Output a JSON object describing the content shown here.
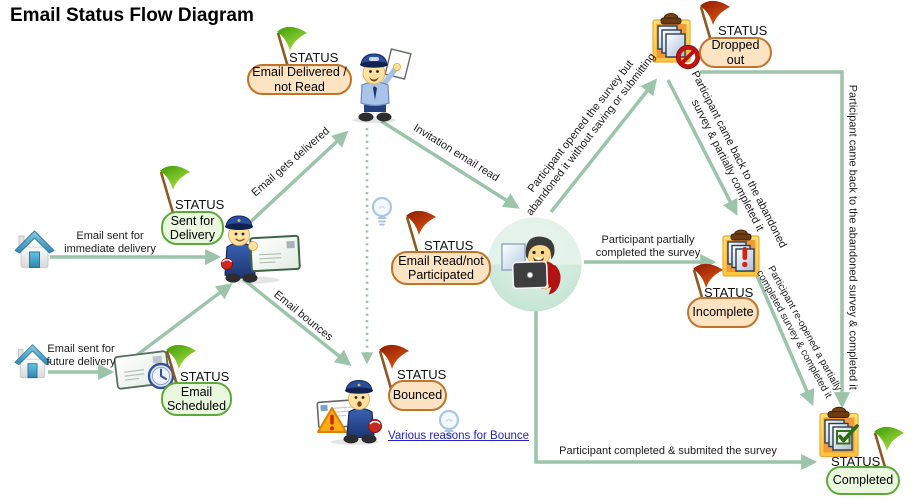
{
  "title": "Email Status Flow Diagram",
  "statuses": {
    "sent_for_delivery": {
      "tag": "STATUS",
      "value": "Sent for\nDelivery",
      "flag": "green",
      "style": "green"
    },
    "email_delivered_not_read": {
      "tag": "STATUS",
      "value": "Email Delivered /\nnot Read",
      "flag": "green",
      "style": "peach"
    },
    "email_scheduled": {
      "tag": "STATUS",
      "value": "Email\nScheduled",
      "flag": "green",
      "style": "green"
    },
    "bounced": {
      "tag": "STATUS",
      "value": "Bounced",
      "flag": "red",
      "style": "peach"
    },
    "email_read_not_participated": {
      "tag": "STATUS",
      "value": "Email Read/not\nParticipated",
      "flag": "red",
      "style": "peach"
    },
    "dropped_out": {
      "tag": "STATUS",
      "value": "Dropped\nout",
      "flag": "red",
      "style": "peach"
    },
    "incomplete": {
      "tag": "STATUS",
      "value": "Incomplete",
      "flag": "red",
      "style": "peach"
    },
    "completed": {
      "tag": "STATUS",
      "value": "Completed",
      "flag": "green",
      "style": "green"
    }
  },
  "edges": {
    "immediate": {
      "label": "Email sent for\nimmediate delivery"
    },
    "future": {
      "label": "Email sent for\nfuture delivery"
    },
    "gets_delivered": {
      "label": "Email gets delivered"
    },
    "bounces": {
      "label": "Email bounces"
    },
    "invitation_read": {
      "label": "Invitation email  read"
    },
    "opened_abandoned": {
      "label": "Participant opened the survey but\nabandoned it without saving or submitting"
    },
    "cameback_partial": {
      "label": "Participant came back to the abandoned\nsurvey & partially completed it"
    },
    "cameback_completed": {
      "label": "Participant came back to the abandoned survey & completed it"
    },
    "partially_completed": {
      "label": "Participant partially\ncompleted the survey"
    },
    "reopened_completed": {
      "label": "Participant re-opened a partially\ncompleted survey & completed it"
    },
    "completed_submitted": {
      "label": "Participant completed & submited the survey"
    }
  },
  "link": {
    "text": "Various reasons for Bounce"
  },
  "colors": {
    "arrow": "#9cc4ab",
    "bubble_peach_fill": "#fce3c2",
    "bubble_peach_border": "#c2732b",
    "bubble_green_fill": "#e9f8de",
    "bubble_green_border": "#5fa93c",
    "flag_green": "#55a90c",
    "flag_red": "#a62b00",
    "link_blue": "#2323c8"
  }
}
